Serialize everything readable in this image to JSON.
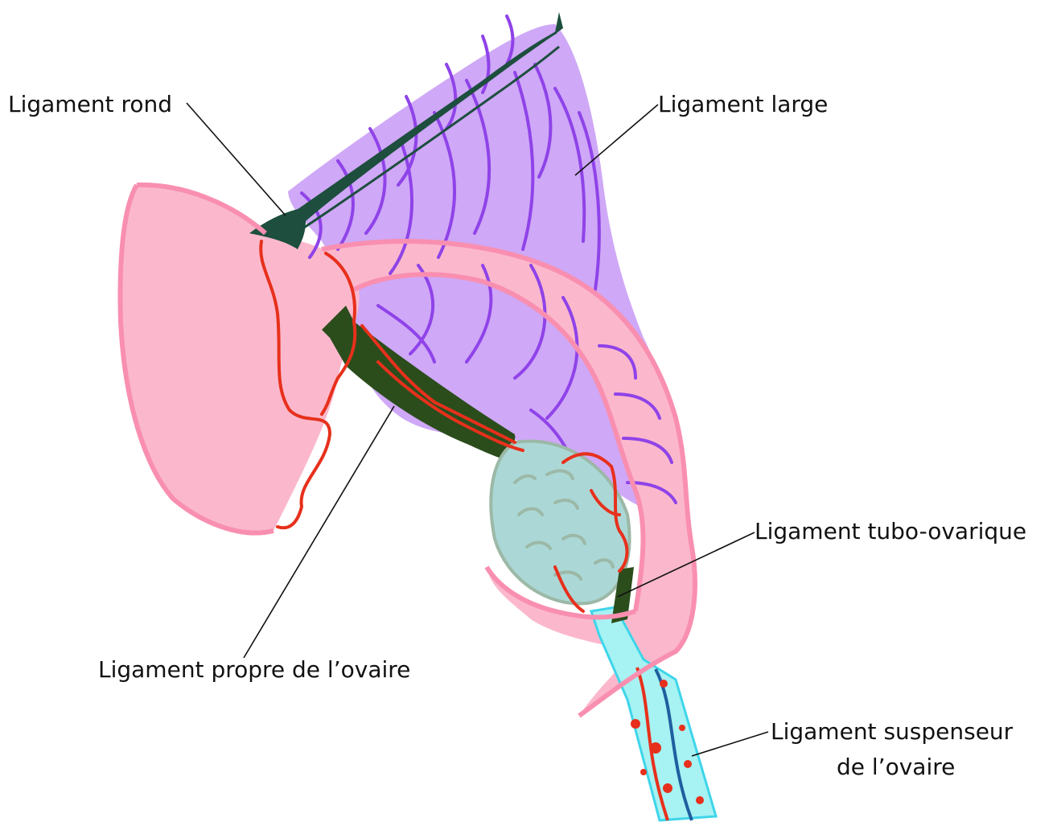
{
  "labels": {
    "round_ligament": "Ligament rond",
    "broad_ligament": "Ligament large",
    "tubo_ovarian_ligament": "Ligament tubo-ovarique",
    "ovarian_ligament": "Ligament propre de l’ovaire",
    "suspensory_ligament_line1": "Ligament suspenseur",
    "suspensory_ligament_line2": "de l’ovaire"
  },
  "colors": {
    "uterus_fill": "#fbb8cc",
    "uterus_outline": "#f98fb0",
    "broad_ligament_fill": "#cfa8f7",
    "broad_ligament_stripes": "#8f43e8",
    "round_ligament": "#1d4e3e",
    "ovarian_ligament": "#2b4d1c",
    "artery": "#e7301c",
    "ovary_fill": "#abd8d6",
    "ovary_outline": "#9cb8a7",
    "suspensory_fill": "#a7f2f2",
    "suspensory_outline": "#3ed5ea",
    "vein": "#1e5fa0",
    "leader_line": "#111111"
  }
}
